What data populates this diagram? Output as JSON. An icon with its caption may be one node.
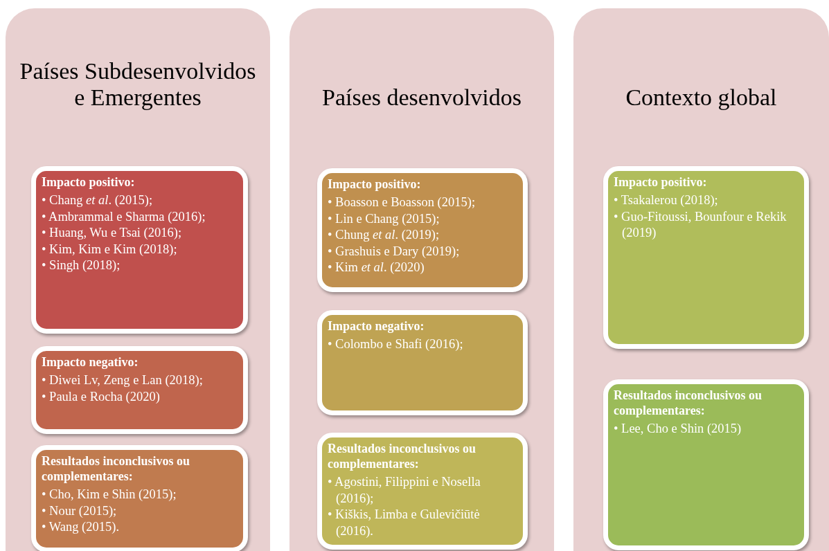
{
  "diagram": {
    "nodes": [
      {
        "text": [
          "Países Subdesenvolvidos e Emergentes"
        ]
      },
      {
        "text": [
          "Impacto positivo:",
          "• Chang *et al*. (2015);",
          "• Ambrammal e Sharma (2016);",
          "• Huang, Wu e Tsai (2016);",
          "• Kim, Kim e Kim (2018);",
          "• Singh (2018);"
        ],
        "in": 0
      },
      {
        "text": [
          "Impacto negativo:",
          "• Diwei Lv, Zeng e Lan (2018);",
          "• Paula e Rocha (2020)"
        ],
        "in": 0
      },
      {
        "text": [
          "Resultados inconclusivos ou complementares:",
          "• Cho, Kim e Shin (2015);",
          "• Nour (2015);",
          "• Wang (2015)."
        ],
        "in": 0
      },
      {
        "text": [
          "Países desenvolvidos"
        ]
      },
      {
        "text": [
          "Impacto positivo:",
          "• Boasson e Boasson (2015);",
          "• Lin e Chang (2015);",
          "• Chung *et al*. (2019);",
          "• Grashuis e Dary (2019);",
          "• Kim *et al*. (2020)"
        ],
        "in": 4
      },
      {
        "text": [
          "Impacto negativo:",
          "• Colombo e Shafi (2016);"
        ],
        "in": 4
      },
      {
        "text": [
          "Resultados inconclusivos ou complementares:",
          "• Agostini, Filippini e Nosella (2016);",
          "• Kiškis, Limba e Gulevičiūtė (2016)."
        ],
        "in": 4
      },
      {
        "text": [
          "Contexto global"
        ]
      },
      {
        "text": [
          "Impacto positivo:",
          "• Tsakalerou (2018);",
          "• Guo-Fitoussi, Bounfour e Rekik (2019)"
        ],
        "in": 8
      },
      {
        "text": [
          "Resultados inconclusivos ou complementares:",
          "• Lee, Cho e Shin (2015)"
        ],
        "in": 8
      }
    ],
    "edges": []
  }
}
